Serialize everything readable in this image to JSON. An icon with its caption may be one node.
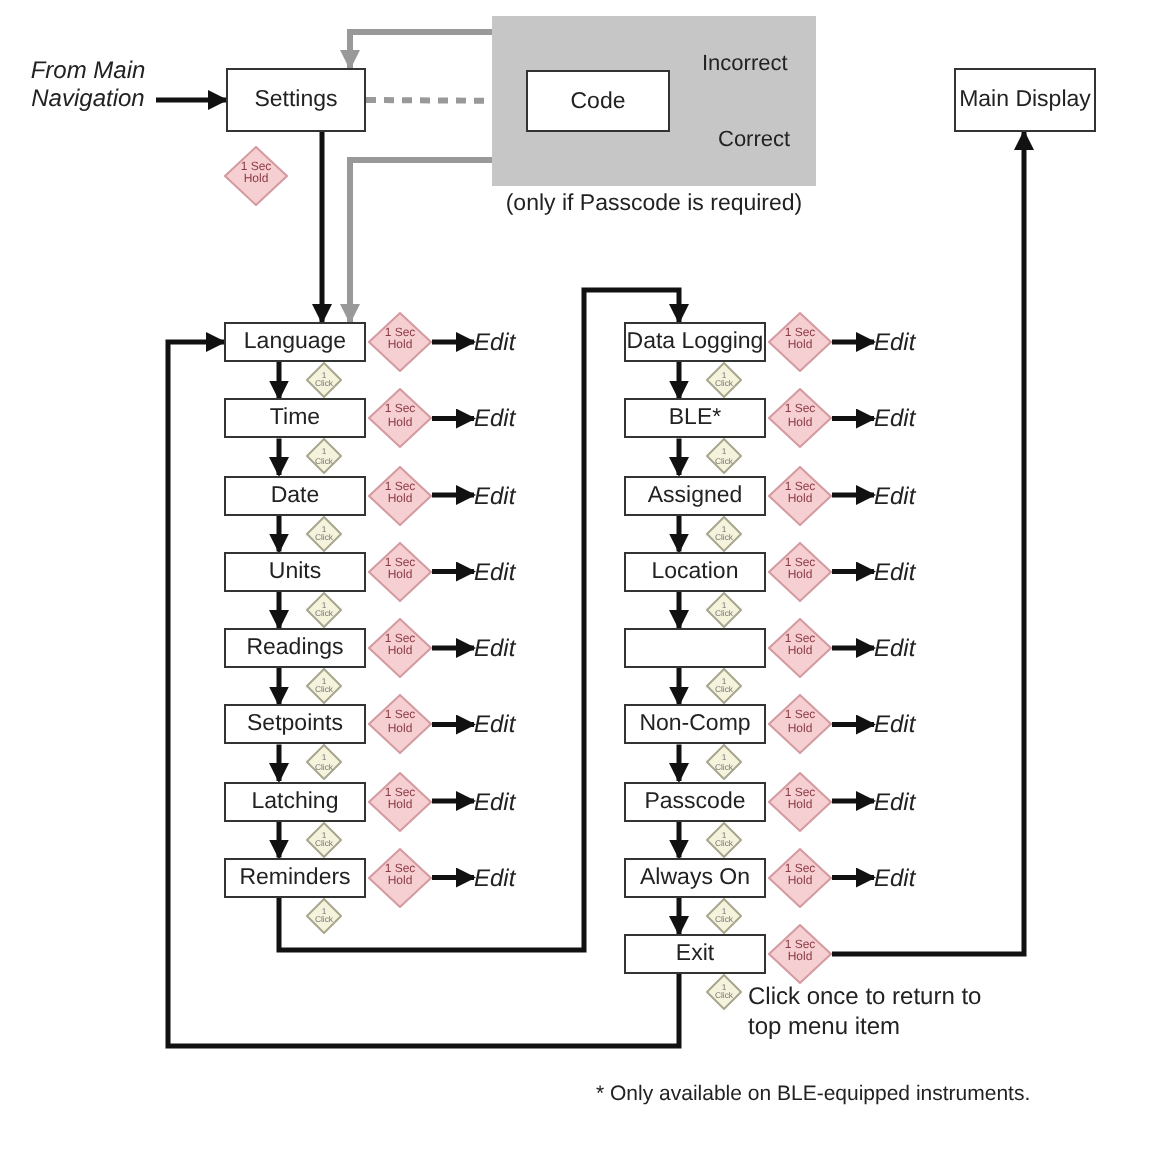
{
  "diagram": {
    "nodes": [
      {
        "text": [
          "From Main Navigation"
        ]
      },
      {
        "text": [
          "Settings"
        ]
      },
      {
        "text": [],
        "shape": "box",
        "beside": [
          "(only if Passcode is required)"
        ]
      },
      {
        "text": [
          "Code"
        ],
        "in": 2
      },
      {
        "text": [
          "Main Display"
        ]
      },
      {
        "text": [
          "1 Sec Hold"
        ]
      },
      {
        "text": [
          "Language"
        ]
      },
      {
        "text": [
          "1 Sec Hold"
        ]
      },
      {
        "text": [
          "Edit"
        ]
      },
      {
        "text": [
          "1 Click"
        ]
      },
      {
        "text": [
          "Time"
        ]
      },
      {
        "text": [
          "1 Sec Hold"
        ]
      },
      {
        "text": [
          "Edit"
        ]
      },
      {
        "text": [
          "1 Click"
        ]
      },
      {
        "text": [
          "Date"
        ]
      },
      {
        "text": [
          "1 Sec Hold"
        ]
      },
      {
        "text": [
          "Edit"
        ]
      },
      {
        "text": [
          "1 Click"
        ]
      },
      {
        "text": [
          "Units"
        ]
      },
      {
        "text": [
          "1 Sec Hold"
        ]
      },
      {
        "text": [
          "Edit"
        ]
      },
      {
        "text": [
          "1 Click"
        ]
      },
      {
        "text": [
          "Readings"
        ]
      },
      {
        "text": [
          "1 Sec Hold"
        ]
      },
      {
        "text": [
          "Edit"
        ]
      },
      {
        "text": [
          "1 Click"
        ]
      },
      {
        "text": [
          "Setpoints"
        ]
      },
      {
        "text": [
          "1 Sec Hold"
        ]
      },
      {
        "text": [
          "Edit"
        ]
      },
      {
        "text": [
          "1 Click"
        ]
      },
      {
        "text": [
          "Latching"
        ]
      },
      {
        "text": [
          "1 Sec Hold"
        ]
      },
      {
        "text": [
          "Edit"
        ]
      },
      {
        "text": [
          "1 Click"
        ]
      },
      {
        "text": [
          "Reminders"
        ]
      },
      {
        "text": [
          "1 Sec Hold"
        ]
      },
      {
        "text": [
          "Edit"
        ]
      },
      {
        "text": [
          "1 Click"
        ]
      },
      {
        "text": [
          "Data Logging"
        ]
      },
      {
        "text": [
          "1 Sec Hold"
        ]
      },
      {
        "text": [
          "Edit"
        ]
      },
      {
        "text": [
          "1 Click"
        ]
      },
      {
        "text": [
          "BLE*"
        ]
      },
      {
        "text": [
          "1 Sec Hold"
        ]
      },
      {
        "text": [
          "Edit"
        ]
      },
      {
        "text": [
          "1 Click"
        ]
      },
      {
        "text": [
          "Assigned"
        ]
      },
      {
        "text": [
          "1 Sec Hold"
        ]
      },
      {
        "text": [
          "Edit"
        ]
      },
      {
        "text": [
          "1 Click"
        ]
      },
      {
        "text": [
          "Location"
        ]
      },
      {
        "text": [
          "1 Sec Hold"
        ]
      },
      {
        "text": [
          "Edit"
        ]
      },
      {
        "text": [
          "1 Click"
        ]
      },
      {
        "text": [],
        "shape": "box"
      },
      {
        "text": [
          "1 Sec Hold"
        ]
      },
      {
        "text": [
          "Edit"
        ]
      },
      {
        "text": [
          "1 Click"
        ]
      },
      {
        "text": [
          "Non-Comp"
        ]
      },
      {
        "text": [
          "1 Sec Hold"
        ]
      },
      {
        "text": [
          "Edit"
        ]
      },
      {
        "text": [
          "1 Click"
        ]
      },
      {
        "text": [
          "Passcode"
        ]
      },
      {
        "text": [
          "1 Sec Hold"
        ]
      },
      {
        "text": [
          "Edit"
        ]
      },
      {
        "text": [
          "1 Click"
        ]
      },
      {
        "text": [
          "Always On"
        ]
      },
      {
        "text": [
          "1 Sec Hold"
        ]
      },
      {
        "text": [
          "Edit"
        ]
      },
      {
        "text": [
          "1 Click"
        ]
      },
      {
        "text": [
          "Exit"
        ]
      },
      {
        "text": [
          "1 Sec Hold"
        ]
      },
      {
        "text": [
          "1 Click"
        ]
      }
    ],
    "edges": [
      {
        "from": 0,
        "to": 1,
        "arrow": "to"
      },
      {
        "from": 1,
        "to": 3,
        "arrow": "to",
        "style": "dashed",
        "color": "#999999"
      },
      {
        "from": 3,
        "to": 1,
        "arrow": "to",
        "label": "Incorrect",
        "color": "#999999"
      },
      {
        "from": 3,
        "to": 6,
        "arrow": "to",
        "label": "Correct",
        "color": "#999999"
      },
      {
        "from": 1,
        "to": 6,
        "arrow": "to"
      },
      {
        "from": 7,
        "to": 8,
        "arrow": "to"
      },
      {
        "from": 6,
        "to": 10,
        "arrow": "to"
      },
      {
        "from": 11,
        "to": 12,
        "arrow": "to"
      },
      {
        "from": 10,
        "to": 14,
        "arrow": "to"
      },
      {
        "from": 15,
        "to": 16,
        "arrow": "to"
      },
      {
        "from": 14,
        "to": 18,
        "arrow": "to"
      },
      {
        "from": 19,
        "to": 20,
        "arrow": "to"
      },
      {
        "from": 18,
        "to": 22,
        "arrow": "to"
      },
      {
        "from": 23,
        "to": 24,
        "arrow": "to"
      },
      {
        "from": 22,
        "to": 26,
        "arrow": "to"
      },
      {
        "from": 27,
        "to": 28,
        "arrow": "to"
      },
      {
        "from": 26,
        "to": 30,
        "arrow": "to"
      },
      {
        "from": 31,
        "to": 32,
        "arrow": "to"
      },
      {
        "from": 30,
        "to": 34,
        "arrow": "to"
      },
      {
        "from": 35,
        "to": 36,
        "arrow": "to"
      },
      {
        "from": 34,
        "to": 38,
        "arrow": "to"
      },
      {
        "from": 39,
        "to": 40,
        "arrow": "to"
      },
      {
        "from": 38,
        "to": 42,
        "arrow": "to"
      },
      {
        "from": 43,
        "to": 44,
        "arrow": "to"
      },
      {
        "from": 42,
        "to": 46,
        "arrow": "to"
      },
      {
        "from": 47,
        "to": 48,
        "arrow": "to"
      },
      {
        "from": 46,
        "to": 50,
        "arrow": "to"
      },
      {
        "from": 51,
        "to": 52,
        "arrow": "to"
      },
      {
        "from": 50,
        "to": 54,
        "arrow": "to"
      },
      {
        "from": 55,
        "to": 56,
        "arrow": "to"
      },
      {
        "from": 54,
        "to": 58,
        "arrow": "to"
      },
      {
        "from": 59,
        "to": 60,
        "arrow": "to"
      },
      {
        "from": 58,
        "to": 62,
        "arrow": "to"
      },
      {
        "from": 63,
        "to": 64,
        "arrow": "to"
      },
      {
        "from": 62,
        "to": 66,
        "arrow": "to"
      },
      {
        "from": 67,
        "to": 68,
        "arrow": "to"
      },
      {
        "from": 66,
        "to": 70,
        "arrow": "to"
      },
      {
        "from": 70,
        "to": 6,
        "arrow": "to"
      },
      {
        "from": 71,
        "to": 4,
        "arrow": "to"
      }
    ],
    "labels": [
      "Click once to return to top menu item",
      "* Only available on BLE-equipped instruments."
    ]
  }
}
